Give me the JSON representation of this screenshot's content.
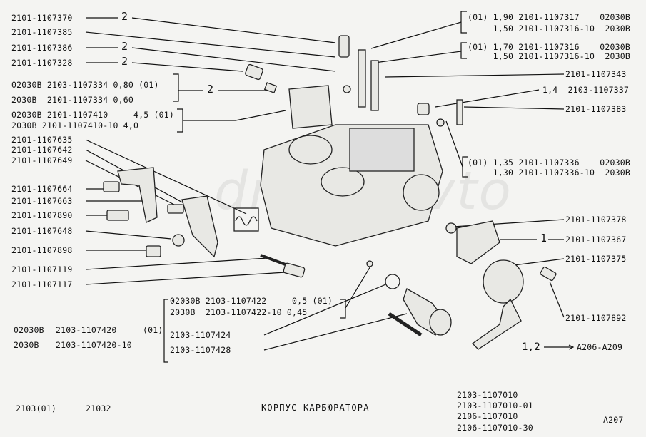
{
  "watermark": "drive2avto",
  "left_labels": [
    {
      "id": "l1",
      "text": "2101-1107370"
    },
    {
      "id": "l2",
      "text": "2101-1107385"
    },
    {
      "id": "l3",
      "text": "2101-1107386"
    },
    {
      "id": "l4",
      "text": "2101-1107328"
    },
    {
      "id": "l5",
      "text": "02030В 2103-1107334 0,80 (01)"
    },
    {
      "id": "l6",
      "text": "2030В  2101-1107334 0,60"
    },
    {
      "id": "l7",
      "text": "02030В 2101-1107410     4,5 (01)"
    },
    {
      "id": "l8",
      "text": "2030В 2101-1107410-10 4,0"
    },
    {
      "id": "l9",
      "text": "2101-1107635"
    },
    {
      "id": "l10",
      "text": "2101-1107642"
    },
    {
      "id": "l11",
      "text": "2101-1107649"
    },
    {
      "id": "l12",
      "text": "2101-1107664"
    },
    {
      "id": "l13",
      "text": "2101-1107663"
    },
    {
      "id": "l14",
      "text": "2101-1107890"
    },
    {
      "id": "l15",
      "text": "2101-1107648"
    },
    {
      "id": "l16",
      "text": "2101-1107898"
    },
    {
      "id": "l17",
      "text": "2101-1107119"
    },
    {
      "id": "l18",
      "text": "2101-1107117"
    }
  ],
  "qty_labels": [
    "2",
    "2",
    "2",
    "2"
  ],
  "right_labels": [
    {
      "id": "r1a",
      "text": "(01) 1,90 2101-1107317    02030В"
    },
    {
      "id": "r1b",
      "text": "     1,50 2101-1107316-10  2030В"
    },
    {
      "id": "r2a",
      "text": "(01) 1,70 2101-1107316    02030В"
    },
    {
      "id": "r2b",
      "text": "     1,50 2101-1107316-10  2030В"
    },
    {
      "id": "r3",
      "text": "2101-1107343"
    },
    {
      "id": "r4",
      "text": "1,4  2103-1107337"
    },
    {
      "id": "r5",
      "text": "2101-1107383"
    },
    {
      "id": "r6a",
      "text": "(01) 1,35 2101-1107336    02030В"
    },
    {
      "id": "r6b",
      "text": "     1,30 2101-1107336-10  2030В"
    },
    {
      "id": "r7",
      "text": "2101-1107378"
    },
    {
      "id": "r8",
      "text": "2101-1107367"
    },
    {
      "id": "r9",
      "text": "2101-1107375"
    },
    {
      "id": "r10",
      "text": "2101-1107892"
    }
  ],
  "right_qty": "1",
  "center_labels": {
    "c1": "02030В 2103-1107422     0,5 (01)",
    "c2": "2030В  2103-1107422-10 0,45",
    "c3": "2103-1107424",
    "c4": "2103-1107428"
  },
  "assembly": {
    "a1_prefix": "02030В",
    "a1_part": "2103-1107420",
    "a1_suffix": "(01)",
    "a2_prefix": "2030В",
    "a2_part": "2103-1107420-10"
  },
  "ref": {
    "qty": "1,2",
    "target": "А206-А209"
  },
  "footer": {
    "models_a": "2103(01)",
    "models_b": "21032",
    "title": "КОРПУС КАРБЮРАТОРА",
    "codes": [
      "2103-1107010",
      "2103-1107010-01",
      "2106-1107010",
      "2106-1107010-30"
    ],
    "page": "А207"
  }
}
